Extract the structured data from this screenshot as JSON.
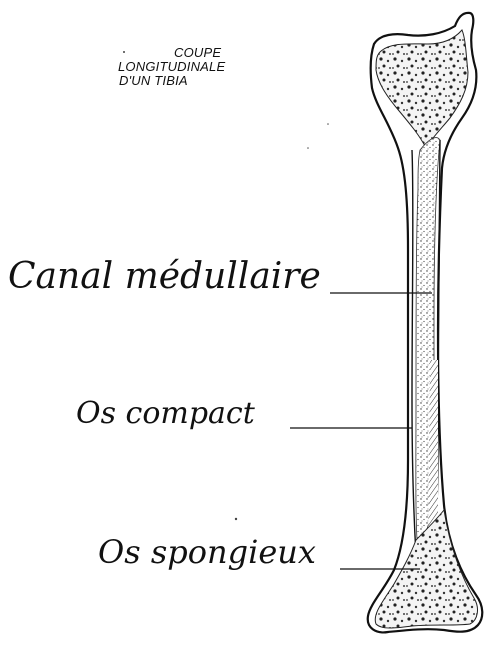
{
  "title": {
    "line1": "COUPE",
    "line2": "LONGITUDINALE",
    "line3": "D'UN TIBIA"
  },
  "labels": {
    "canal": "Canal médullaire",
    "compact": "Os compact",
    "spongieux": "Os spongieux"
  }
}
